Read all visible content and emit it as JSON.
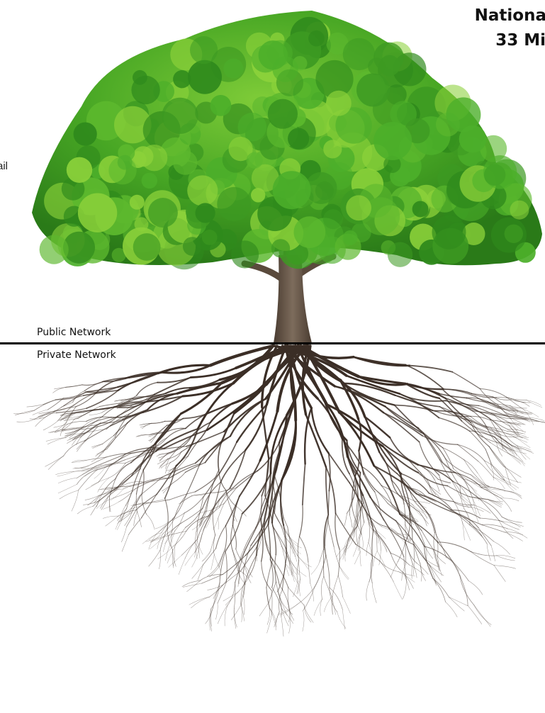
{
  "header": {
    "title_line_1": "Nationa",
    "title_line_2": "33 Mi"
  },
  "clipped_side_text": "ail",
  "divider": {
    "upper_label": "Public Network",
    "lower_label": "Private Network"
  },
  "illustration": {
    "subject": "tree-with-roots",
    "colors": {
      "canopy_dark": "#2f8a1c",
      "canopy_mid": "#4caf2a",
      "canopy_light": "#8bd13a",
      "trunk": "#6b5a4b",
      "roots": "#3b2e26",
      "divider_line": "#000000"
    }
  }
}
